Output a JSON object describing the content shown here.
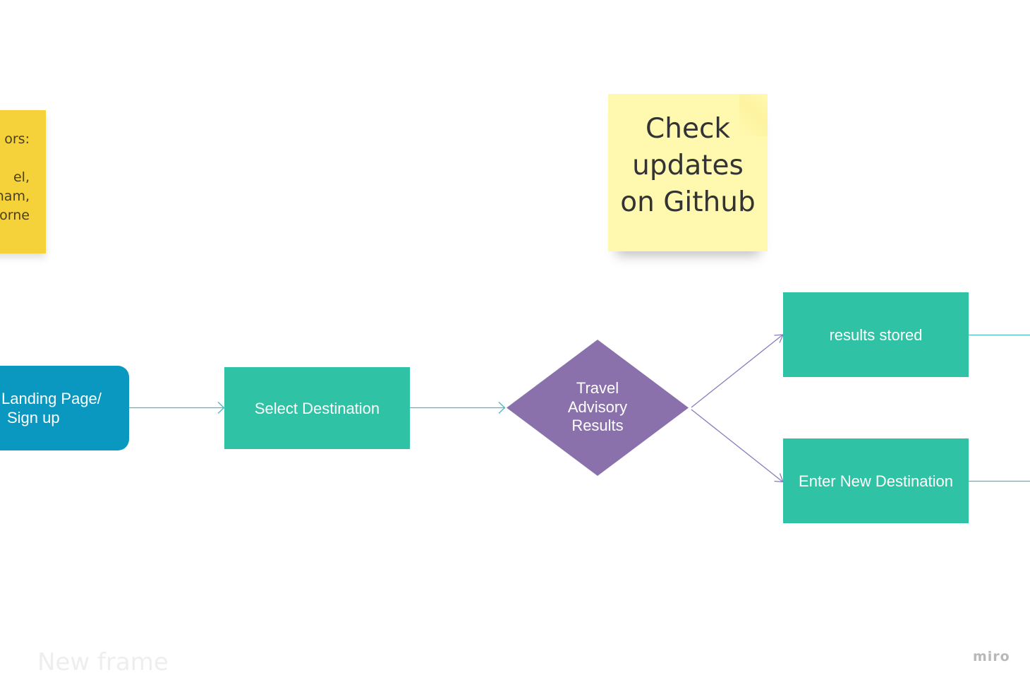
{
  "colors": {
    "background": "#ffffff",
    "sticky_yellow": "#f5d23a",
    "sticky_pale": "#fff9b0",
    "landing_blue": "#0b98c0",
    "teal": "#2fc2a4",
    "decision_purple": "#8a71ab",
    "connector_teal": "#49b9c2",
    "connector_purple": "#8a7bbd"
  },
  "sticky_notes": {
    "authors": {
      "lines": [
        "ors:",
        "",
        "el,",
        "nam,",
        "orne"
      ]
    },
    "github": {
      "lines": [
        "Check",
        "updates",
        "on Github"
      ]
    }
  },
  "flow": {
    "nodes": {
      "landing": {
        "lines": [
          "Landing Page/",
          "Sign up"
        ]
      },
      "select_destination": {
        "label": "Select Destination"
      },
      "decision": {
        "lines": [
          "Travel",
          "Advisory",
          "Results"
        ]
      },
      "results_stored": {
        "label": "results stored"
      },
      "enter_new_destination": {
        "label": "Enter New Destination"
      }
    },
    "connectors": [
      {
        "from": "landing",
        "to": "select_destination"
      },
      {
        "from": "select_destination",
        "to": "decision"
      },
      {
        "from": "decision",
        "to": "results_stored"
      },
      {
        "from": "decision",
        "to": "enter_new_destination"
      },
      {
        "from": "results_stored",
        "to": "offscreen-right"
      },
      {
        "from": "enter_new_destination",
        "to": "offscreen-right"
      }
    ]
  },
  "frame": {
    "title": "New frame"
  },
  "branding": {
    "logo_text": "miro"
  }
}
